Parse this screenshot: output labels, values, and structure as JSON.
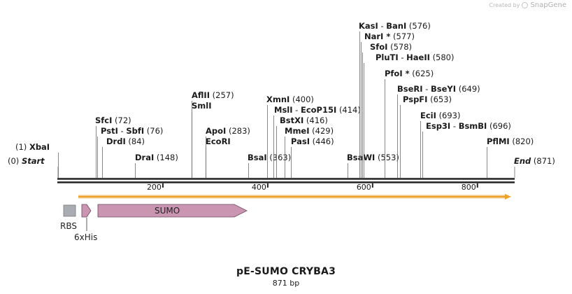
{
  "brand": {
    "created_by": "Created by",
    "name": "SnapGene"
  },
  "plasmid": {
    "name": "pE-SUMO CRYBA3",
    "length_label": "871 bp",
    "length_bp": 871
  },
  "terminals": [
    {
      "id": "start",
      "label": "Start",
      "pos_label": "(0)"
    },
    {
      "id": "end",
      "label": "End",
      "pos_label": "(871)"
    }
  ],
  "sites": [
    {
      "id": "xbai",
      "names": [
        "XbaI"
      ],
      "pos": "(1)",
      "pos_first": true
    },
    {
      "id": "drai",
      "names": [
        "DraI"
      ],
      "pos": "(148)"
    },
    {
      "id": "drdi",
      "names": [
        "DrdI"
      ],
      "pos": "(84)"
    },
    {
      "id": "psti",
      "names": [
        "PstI",
        "SbfI"
      ],
      "pos": "(76)"
    },
    {
      "id": "sfci",
      "names": [
        "SfcI"
      ],
      "pos": "(72)"
    },
    {
      "id": "smli",
      "names": [
        "SmlI"
      ],
      "pos": ""
    },
    {
      "id": "aflii",
      "names": [
        "AflII"
      ],
      "pos": "(257)"
    },
    {
      "id": "ecori",
      "names": [
        "EcoRI"
      ],
      "pos": ""
    },
    {
      "id": "apoi",
      "names": [
        "ApoI"
      ],
      "pos": "(283)"
    },
    {
      "id": "bsai",
      "names": [
        "BsaI"
      ],
      "pos": "(363)"
    },
    {
      "id": "pasi",
      "names": [
        "PasI"
      ],
      "pos": "(446)"
    },
    {
      "id": "mmei",
      "names": [
        "MmeI"
      ],
      "pos": "(429)"
    },
    {
      "id": "bstxi",
      "names": [
        "BstXI"
      ],
      "pos": "(416)"
    },
    {
      "id": "msli",
      "names": [
        "MslI",
        "EcoP15I"
      ],
      "pos": "(414)"
    },
    {
      "id": "xmni",
      "names": [
        "XmnI"
      ],
      "pos": "(400)"
    },
    {
      "id": "bsawi",
      "names": [
        "BsaWI"
      ],
      "pos": "(553)"
    },
    {
      "id": "kasi",
      "names": [
        "KasI",
        "BanI"
      ],
      "pos": "(576)"
    },
    {
      "id": "nari",
      "names": [
        "NarI *"
      ],
      "pos": "(577)"
    },
    {
      "id": "sfoi",
      "names": [
        "SfoI"
      ],
      "pos": "(578)"
    },
    {
      "id": "pluti",
      "names": [
        "PluTI",
        "HaeII"
      ],
      "pos": "(580)"
    },
    {
      "id": "pfoi",
      "names": [
        "PfoI *"
      ],
      "pos": "(625)"
    },
    {
      "id": "bseri",
      "names": [
        "BseRI",
        "BseYI"
      ],
      "pos": "(649)"
    },
    {
      "id": "pspfi",
      "names": [
        "PspFI"
      ],
      "pos": "(653)"
    },
    {
      "id": "ecii",
      "names": [
        "EciI"
      ],
      "pos": "(693)"
    },
    {
      "id": "esp3i",
      "names": [
        "Esp3I",
        "BsmBI"
      ],
      "pos": "(696)"
    },
    {
      "id": "pflmi",
      "names": [
        "PflMI"
      ],
      "pos": "(820)"
    }
  ],
  "ticks": [
    "200",
    "400",
    "600",
    "800"
  ],
  "features": [
    {
      "id": "rbs",
      "label": "RBS",
      "color": "#a9adb1"
    },
    {
      "id": "his",
      "label": "6xHis",
      "color": "#c995b0"
    },
    {
      "id": "sumo",
      "label": "SUMO",
      "color": "#c995b0"
    }
  ],
  "colors": {
    "orf": "#f0a32a",
    "backbone": "#222222"
  }
}
